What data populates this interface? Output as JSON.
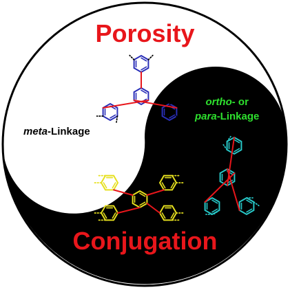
{
  "titles": {
    "top": "Porosity",
    "bottom": "Conjugation"
  },
  "meta_label": {
    "italic": "meta",
    "rest": "-Linkage"
  },
  "ortho_para_label": {
    "line1_italic": "ortho-",
    "line1_rest": " or",
    "line2_italic": "para",
    "line2_rest": "-Linkage"
  },
  "colors": {
    "title": "#e8161b",
    "ortho_para_label": "#2ee02e",
    "meta_rings": "#2a2fb8",
    "conjugated_rings": "#e6e01e",
    "branched_rings": "#27c7c7",
    "linkage_bonds": "#e8161b",
    "yin": "#000000",
    "yang": "#ffffff"
  }
}
